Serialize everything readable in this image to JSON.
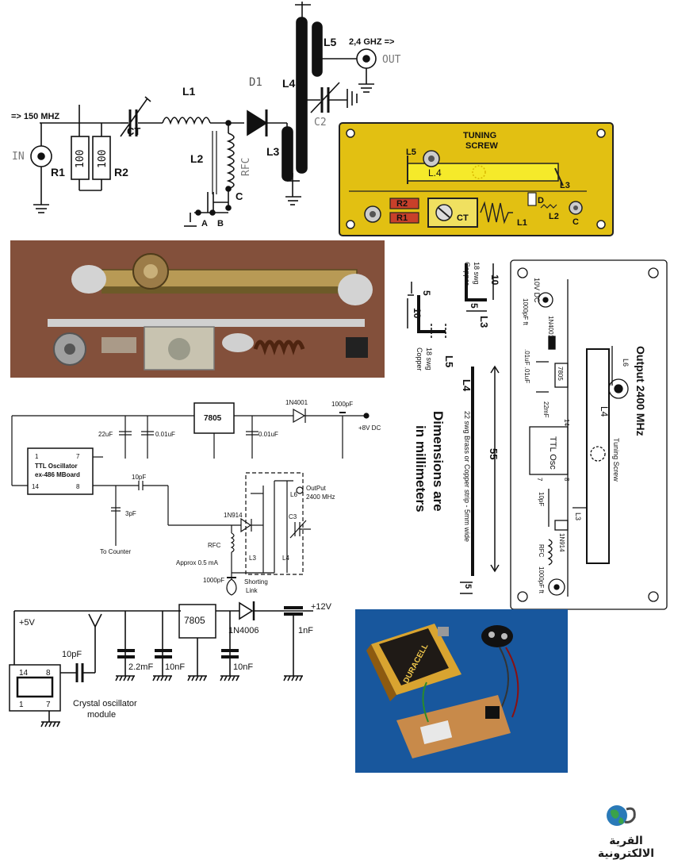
{
  "top_schematic": {
    "freq_in": "=> 150 MHZ",
    "in": "IN",
    "r1": "R1",
    "r2": "R2",
    "r_value": "100",
    "ct": "CT",
    "l1": "L1",
    "d1": "D1",
    "l2": "L2",
    "rfc": "RFC",
    "c": "C",
    "a": "A",
    "b": "B",
    "l3": "L3",
    "l4": "L4",
    "l5": "L5",
    "c2": "C2",
    "freq_out": "2,4 GHZ =>",
    "out": "OUT"
  },
  "gold_board": {
    "tuning_screw": [
      "TUNING",
      "SCREW"
    ],
    "l5": "L5",
    "l4": "L.4",
    "l3": "L3",
    "d": "D",
    "r2": "R2",
    "r1": "R1",
    "ct": "CT",
    "l1": "L1",
    "l2": "L2",
    "c": "C"
  },
  "photo_top": {},
  "bent_strip": {
    "l5_dims": [
      "5",
      "10"
    ],
    "l5_label": "L5",
    "l5_wire": [
      "18 swg",
      "Copper"
    ],
    "l3_dims": [
      "10",
      "5"
    ],
    "l3_label": "L3",
    "l3_wire": [
      "18 swg",
      "Copper"
    ]
  },
  "l4_dimension": {
    "label": "L4",
    "note": "22 swg Brass or Copper strip - 5mm wide",
    "length": "55",
    "end": "5"
  },
  "dims_note": [
    "Dimensions are",
    "in millimeters"
  ],
  "layout_board": {
    "output": "Output  2400 MHz",
    "l6": "L6",
    "l4": "L4",
    "tuning_screw": "Tuning Screw",
    "supply": "10V DC",
    "cap_in": "1000pF ft",
    "diode1": "1N4001",
    "caps": ".01uF .01uF",
    "regulator": "7805",
    "cap22": "22mF",
    "osc": "TTL Osc",
    "pin14": "14",
    "pin7": "7",
    "pin8": "8",
    "cap10": "10pF",
    "l3": "L3",
    "diode2": "1N914",
    "rfc": "RFC",
    "cap_out": "1000pF ft"
  },
  "ttl_schematic": {
    "regulator": "7805",
    "diode": "1N4001",
    "cap_in": "1000pF",
    "supply": "+8V DC",
    "cap22": "22uF",
    "cap01a": "0.01uF",
    "cap01b": "0.01uF",
    "osc": [
      "TTL Oscillator",
      "ex-486 MBoard"
    ],
    "pin1": "1",
    "pin7": "7",
    "pin14": "14",
    "pin8": "8",
    "cap10": "10pF",
    "cap3": "3pF",
    "counter": "To Counter",
    "output": [
      "OutPut",
      "2400 MHz"
    ],
    "l6": "L6",
    "c3": "C3",
    "diode2": "1N914",
    "rfc": "RFC",
    "current": "Approx 0.5 mA",
    "cap_ft": "1000pF",
    "link": [
      "Shorting",
      "Link"
    ],
    "l3": "L3",
    "l4": "L4"
  },
  "crystal_schematic": {
    "v5": "+5V",
    "v12": "+12V",
    "regulator": "7805",
    "diode": "1N4006",
    "cap_nf": "1nF",
    "cap10p": "10pF",
    "cap_2m": "2.2mF",
    "cap_10n_a": "10nF",
    "cap_10n_b": "10nF",
    "pin14": "14",
    "pin8": "8",
    "pin1": "1",
    "pin7": "7",
    "module": [
      "Crystal oscillator",
      "module"
    ]
  },
  "photo_battery": {
    "brand": "DURACELL"
  },
  "logo": {
    "caption": "القرية الالكترونية"
  },
  "colors": {
    "gold": "#e2c012",
    "gold_edge": "#222222",
    "copper": "#8a5640",
    "photo_blue": "#1c5fa8",
    "ink": "#111111"
  }
}
